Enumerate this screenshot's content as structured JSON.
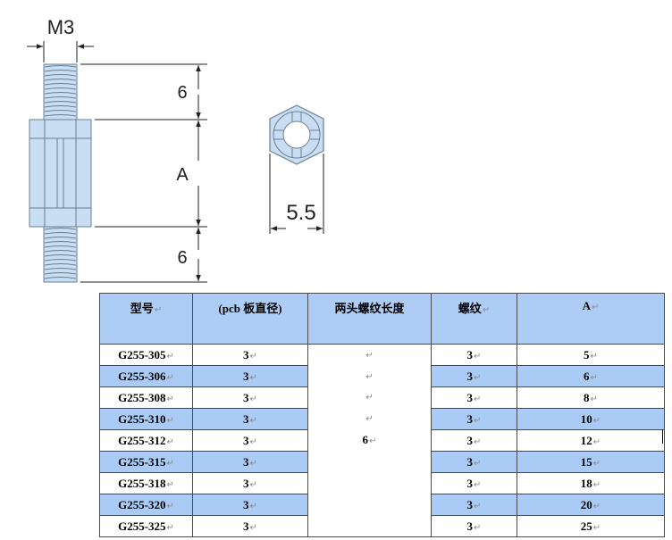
{
  "drawing": {
    "thread_label": "M3",
    "top_length": "6",
    "body_label": "A",
    "bottom_length": "6",
    "hex_width": "5.5"
  },
  "table": {
    "headers": [
      "型号",
      "(pcb 板直径)",
      "两头螺纹长度",
      "螺纹",
      "A"
    ],
    "thread_length": "6",
    "rows": [
      {
        "model": "G255-305",
        "pcb": "3",
        "thread": "3",
        "a": "5"
      },
      {
        "model": "G255-306",
        "pcb": "3",
        "thread": "3",
        "a": "6"
      },
      {
        "model": "G255-308",
        "pcb": "3",
        "thread": "3",
        "a": "8"
      },
      {
        "model": "G255-310",
        "pcb": "3",
        "thread": "3",
        "a": "10"
      },
      {
        "model": "G255-312",
        "pcb": "3",
        "thread": "3",
        "a": "12"
      },
      {
        "model": "G255-315",
        "pcb": "3",
        "thread": "3",
        "a": "15"
      },
      {
        "model": "G255-318",
        "pcb": "3",
        "thread": "3",
        "a": "18"
      },
      {
        "model": "G255-320",
        "pcb": "3",
        "thread": "3",
        "a": "20"
      },
      {
        "model": "G255-325",
        "pcb": "3",
        "thread": "3",
        "a": "25"
      }
    ]
  },
  "colors": {
    "part_fill": "#c9def2",
    "header_fill": "#aecdf6",
    "row_fill": "#a9cbf6"
  }
}
